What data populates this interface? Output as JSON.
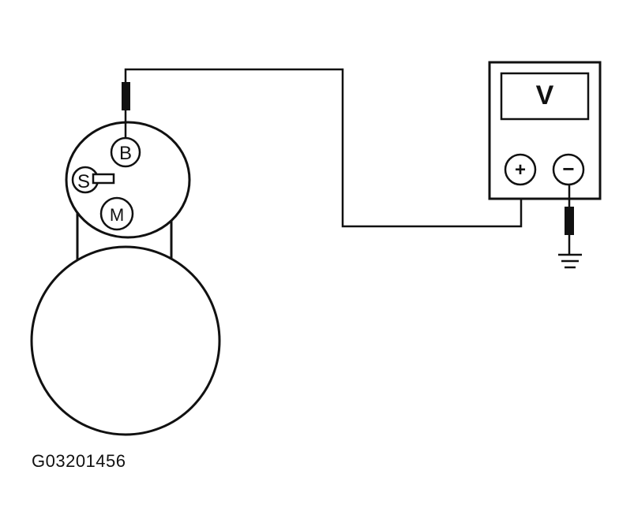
{
  "starter": {
    "terminal_b_label": "B",
    "terminal_s_label": "S",
    "terminal_m_label": "M"
  },
  "voltmeter": {
    "display_symbol": "V",
    "positive_symbol": "+",
    "negative_symbol": "−"
  },
  "figure_id": "G03201456",
  "colors": {
    "line": "#111111",
    "background": "#ffffff"
  }
}
